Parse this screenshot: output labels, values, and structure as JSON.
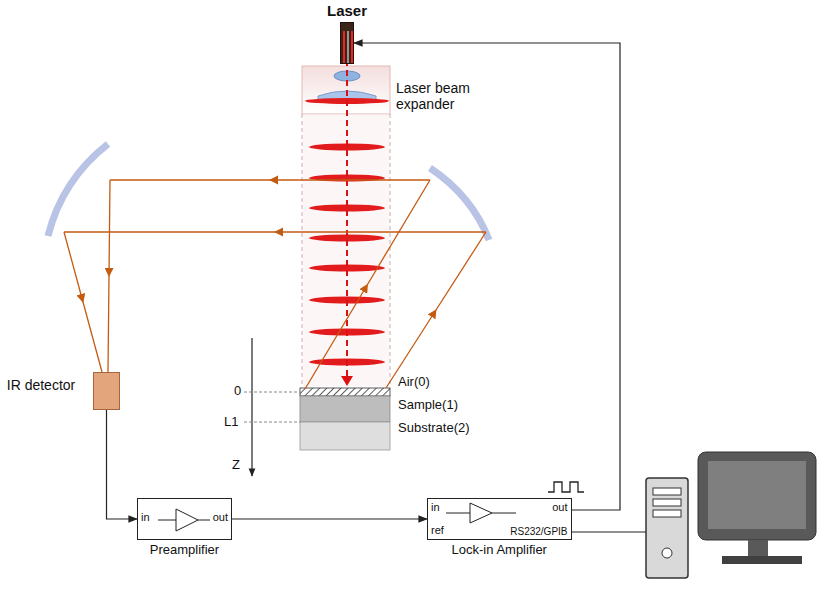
{
  "diagram": {
    "nodes": [
      {
        "text": [
          "Laser"
        ]
      },
      {
        "text": [
          "IR detector"
        ]
      },
      {
        "text": [
          "in",
          "out",
          "Preamplifier"
        ]
      },
      {
        "text": [
          "in",
          "out",
          "ref",
          "RS232/GPIB",
          "Lock-in Amplifier"
        ]
      }
    ],
    "edges": [
      {
        "from": 1,
        "to": 2,
        "arrow": "to"
      },
      {
        "from": 2,
        "to": 3,
        "arrow": "to"
      },
      {
        "from": 3,
        "to": 0,
        "arrow": "to"
      }
    ],
    "labels": [
      "Laser beam expander",
      "Air(0)",
      "Sample(1)",
      "Substrate(2)",
      "0",
      "L1",
      "Z"
    ]
  }
}
